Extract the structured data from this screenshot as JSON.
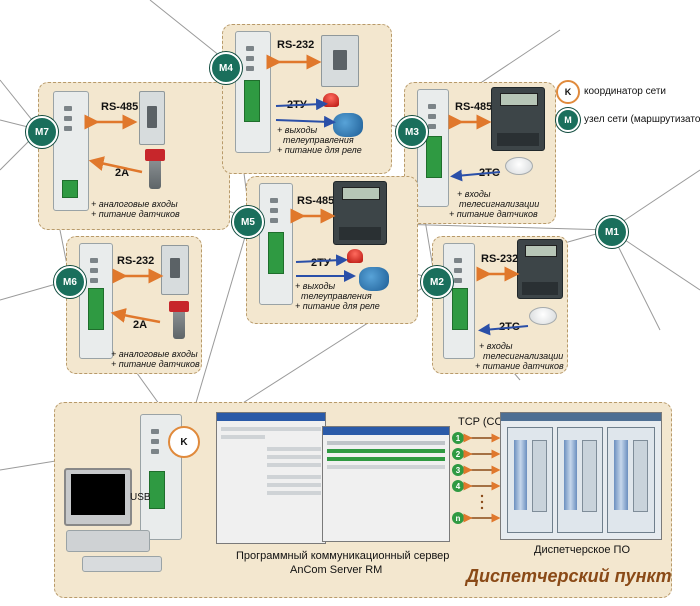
{
  "legend": {
    "coordinator_letter": "K",
    "coordinator_text": "координатор сети",
    "node_letter": "M",
    "node_text": "узел сети (маршрутизатор)"
  },
  "nodes": [
    "M1",
    "M2",
    "M3",
    "M4",
    "M5",
    "M6",
    "M7"
  ],
  "coordinator": "K",
  "panels": {
    "m7": {
      "iface": "RS-485",
      "out": "2A",
      "lines": [
        "+ аналоговые входы",
        "+ питание датчиков"
      ]
    },
    "m4": {
      "iface": "RS-232",
      "out": "2ТУ",
      "lines": [
        "+ выходы",
        "телеуправления",
        "+ питание для реле"
      ]
    },
    "m3": {
      "iface": "RS-485",
      "out": "2ТС",
      "lines": [
        "+ входы",
        "телесигнализации",
        "+ питание датчиков"
      ]
    },
    "m5": {
      "iface": "RS-485",
      "out": "2ТУ",
      "lines": [
        "+ выходы",
        "телеуправления",
        "+ питание для реле"
      ]
    },
    "m6": {
      "iface": "RS-232",
      "out": "2A",
      "lines": [
        "+ аналоговые входы",
        "+ питание датчиков"
      ]
    },
    "m2": {
      "iface": "RS-232",
      "out": "2ТС",
      "lines": [
        "+ входы",
        "телесигнализации",
        "+ питание датчиков"
      ]
    }
  },
  "dispatch": {
    "title": "Диспетчерский пункт",
    "usb": "USB",
    "tcp": "TCP (COM)",
    "tcp_items": [
      "1",
      "2",
      "3",
      "4",
      "n"
    ],
    "server_caption_1": "Программный коммуникационный сервер",
    "server_caption_2": "AnCom Server RM",
    "po_caption": "Диспетчерское ПО"
  },
  "colors": {
    "node": "#1a6f5c",
    "coordinator_ring": "#e08a3c",
    "arrow": "#e0782c",
    "blue_arrow": "#2a4fa8",
    "panel": "#f3e7cf",
    "title": "#8a4a17"
  }
}
